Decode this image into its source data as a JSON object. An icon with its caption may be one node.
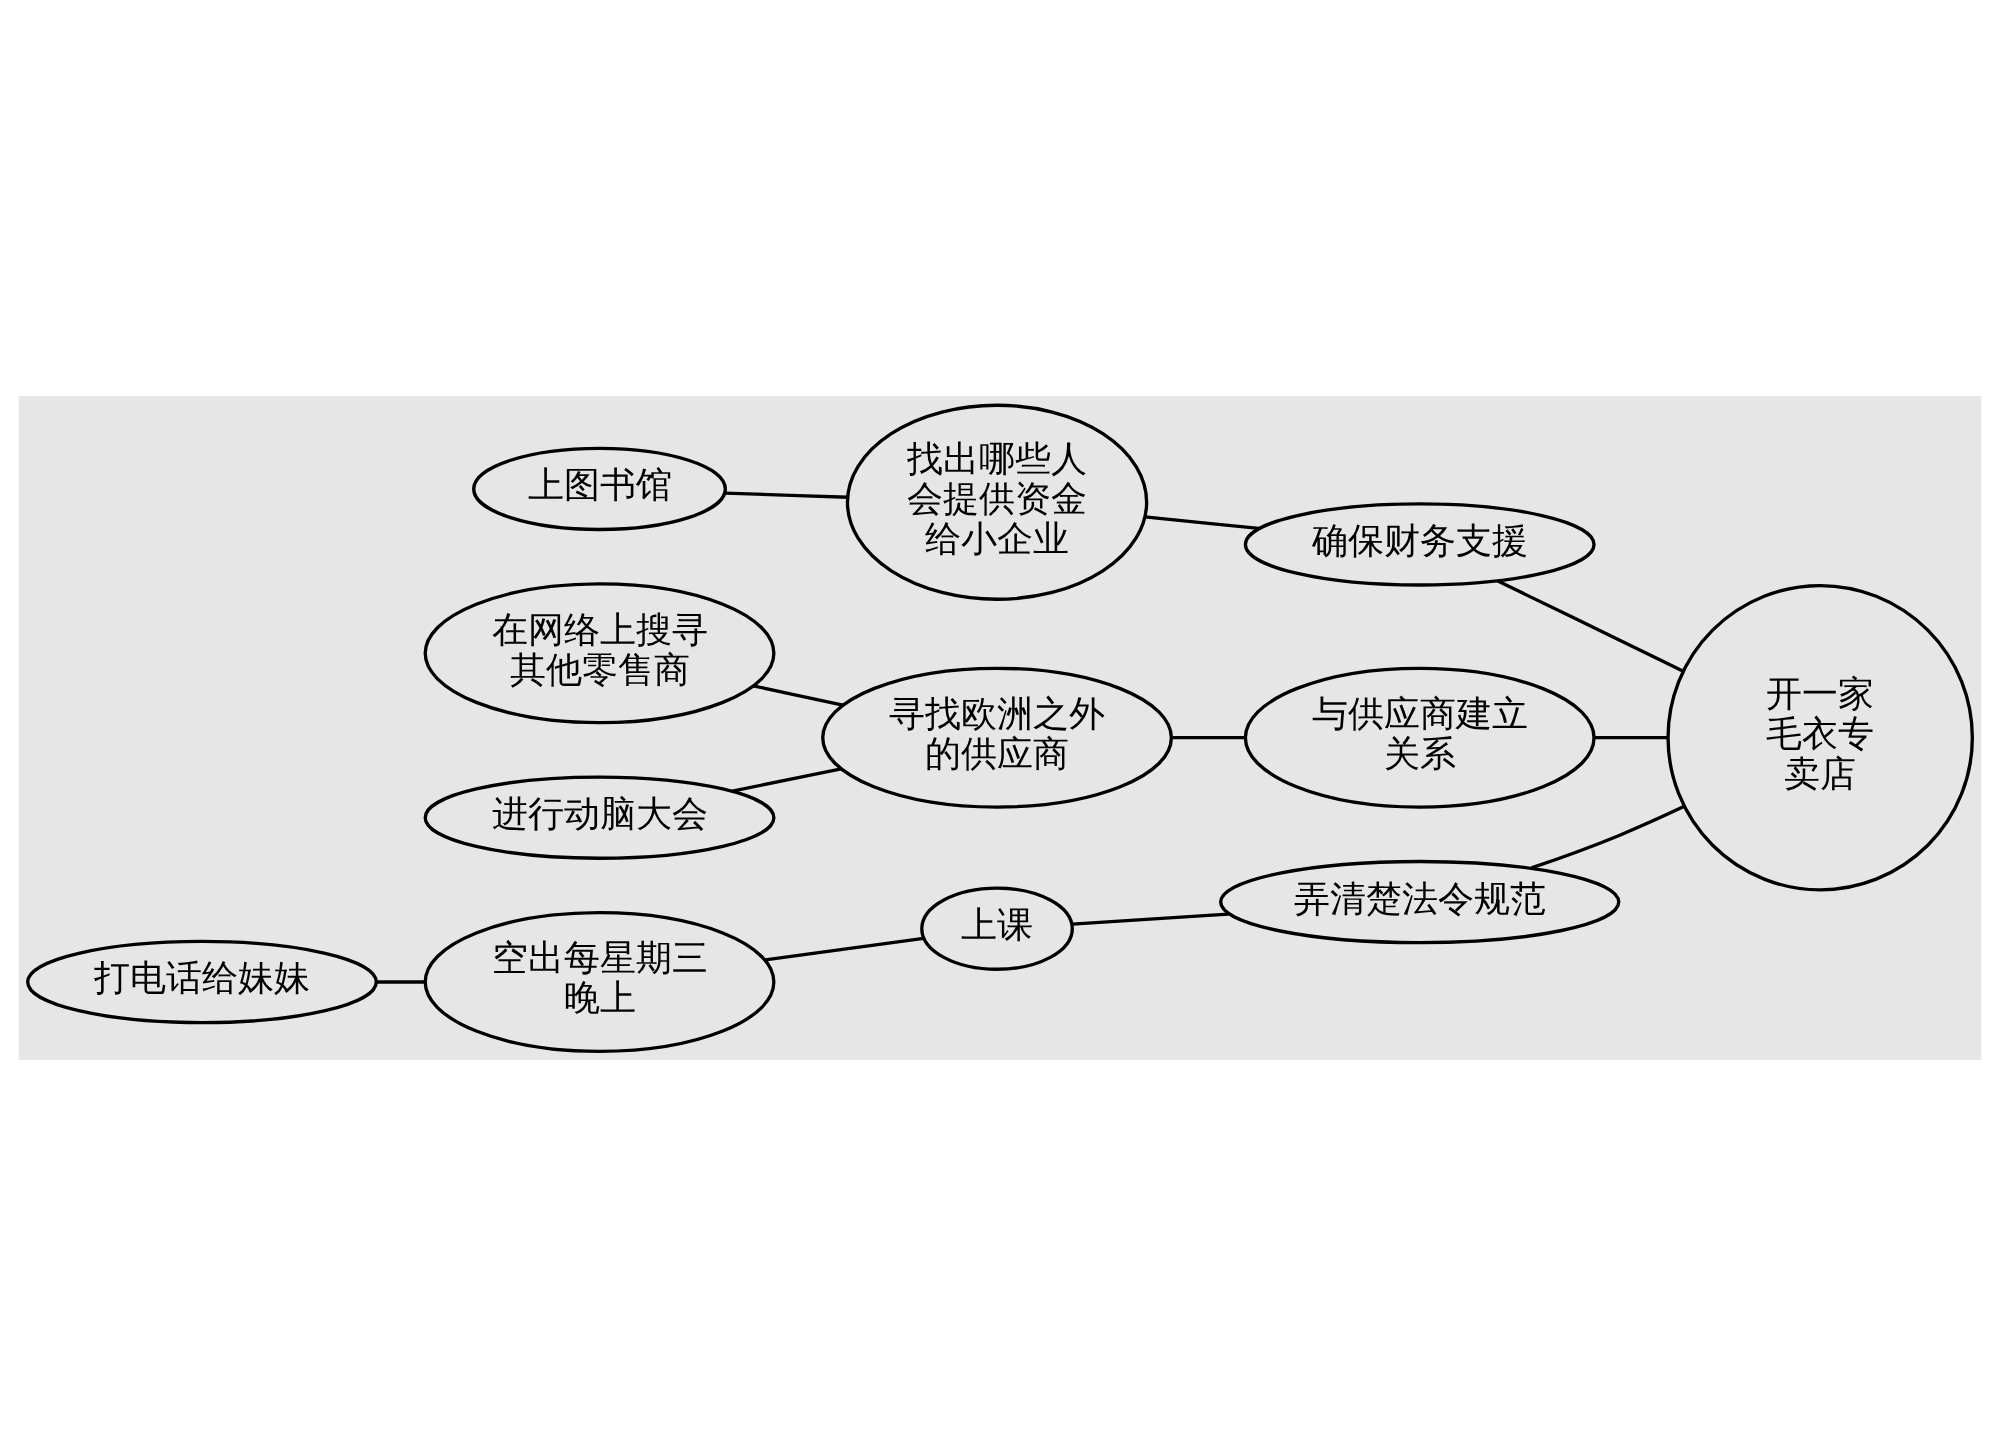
{
  "diagram": {
    "nodes": [
      {
        "text": [
          "开一家毛衣专卖店"
        ]
      },
      {
        "text": [
          "确保财务支援"
        ]
      },
      {
        "text": [
          "找出哪些人会提供资金给小企业"
        ]
      },
      {
        "text": [
          "上图书馆"
        ]
      },
      {
        "text": [
          "与供应商建立关系"
        ]
      },
      {
        "text": [
          "寻找欧洲之外的供应商"
        ]
      },
      {
        "text": [
          "在网络上搜寻其他零售商"
        ]
      },
      {
        "text": [
          "进行动脑大会"
        ]
      },
      {
        "text": [
          "弄清楚法令规范"
        ]
      },
      {
        "text": [
          "上课"
        ]
      },
      {
        "text": [
          "空出每星期三晚上"
        ]
      },
      {
        "text": [
          "打电话给妹妹"
        ]
      }
    ],
    "edges": [
      {
        "from": 0,
        "to": 1,
        "arrow": "none"
      },
      {
        "from": 1,
        "to": 2,
        "arrow": "none"
      },
      {
        "from": 2,
        "to": 3,
        "arrow": "none"
      },
      {
        "from": 0,
        "to": 4,
        "arrow": "none"
      },
      {
        "from": 4,
        "to": 5,
        "arrow": "none"
      },
      {
        "from": 5,
        "to": 6,
        "arrow": "none"
      },
      {
        "from": 5,
        "to": 7,
        "arrow": "none"
      },
      {
        "from": 0,
        "to": 8,
        "arrow": "none"
      },
      {
        "from": 8,
        "to": 9,
        "arrow": "none"
      },
      {
        "from": 9,
        "to": 10,
        "arrow": "none"
      },
      {
        "from": 10,
        "to": 11,
        "arrow": "none"
      }
    ]
  }
}
